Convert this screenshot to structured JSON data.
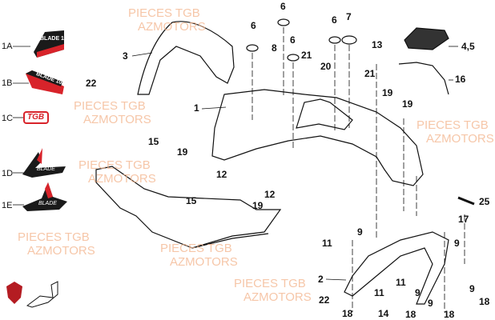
{
  "watermark": {
    "line1": "PIECES TGB",
    "line2": "AZMOTORS"
  },
  "decals": [
    {
      "id": "1A",
      "text": "BLADE 1000"
    },
    {
      "id": "1B",
      "text": "BLADE 1000"
    },
    {
      "id": "1C",
      "text": "TGB"
    },
    {
      "id": "1D",
      "text": "BLADE"
    },
    {
      "id": "1E",
      "text": "BLADE"
    }
  ],
  "callouts": [
    "3",
    "22",
    "1",
    "6",
    "6",
    "6",
    "8",
    "6",
    "7",
    "21",
    "20",
    "13",
    "21",
    "19",
    "19",
    "4,5",
    "16",
    "15",
    "19",
    "12",
    "15",
    "12",
    "19",
    "25",
    "11",
    "9",
    "17",
    "9",
    "2",
    "11",
    "9",
    "11",
    "9",
    "22",
    "18",
    "14",
    "18",
    "18",
    "18",
    "9"
  ],
  "colors": {
    "decal_red": "#d8232a",
    "decal_black": "#1a1a1a",
    "watermark": "#f3b48c"
  }
}
